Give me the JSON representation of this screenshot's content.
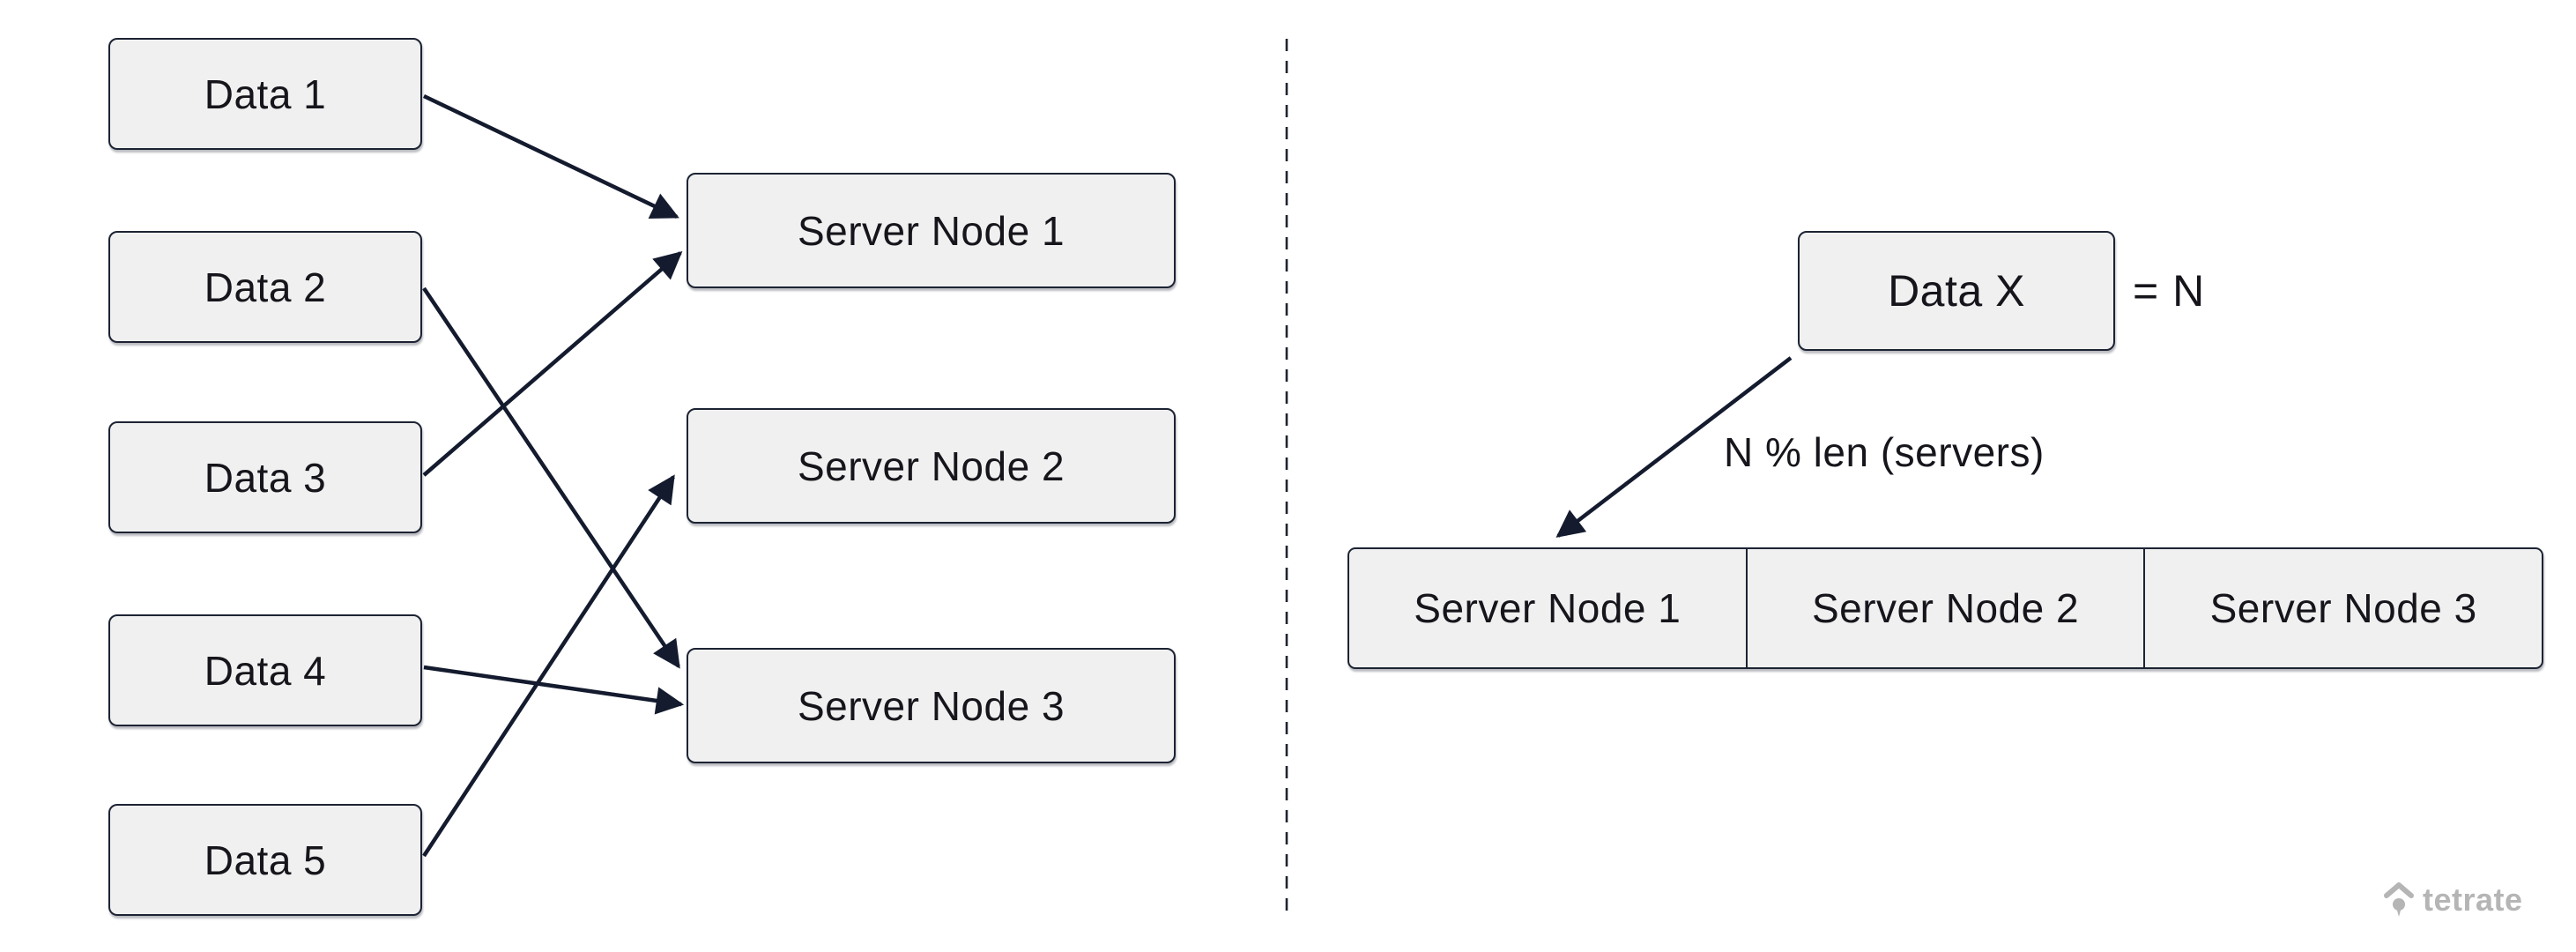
{
  "diagram": {
    "title_semantic": "data-to-server-node modulo hashing diagram",
    "left_panel": {
      "data_nodes": [
        {
          "label": "Data 1"
        },
        {
          "label": "Data 2"
        },
        {
          "label": "Data 3"
        },
        {
          "label": "Data 4"
        },
        {
          "label": "Data 5"
        }
      ],
      "server_nodes": [
        {
          "label": "Server Node 1"
        },
        {
          "label": "Server Node 2"
        },
        {
          "label": "Server Node 3"
        }
      ],
      "connections": [
        {
          "from": "Data 1",
          "to": "Server Node 1"
        },
        {
          "from": "Data 2",
          "to": "Server Node 3"
        },
        {
          "from": "Data 3",
          "to": "Server Node 1"
        },
        {
          "from": "Data 4",
          "to": "Server Node 3"
        },
        {
          "from": "Data 5",
          "to": "Server Node 2"
        }
      ]
    },
    "right_panel": {
      "data_node": {
        "label": "Data X"
      },
      "hash_value_label": "= N",
      "arrow_label": "N % len (servers)",
      "server_cells": [
        "Server Node 1",
        "Server Node 2",
        "Server Node 3"
      ],
      "connection": {
        "from": "Data X",
        "to": "Server Node 1"
      }
    },
    "watermark": {
      "brand": "tetrate"
    }
  },
  "colors": {
    "background": "#ffffff",
    "node_fill": "#f0f0f0",
    "node_border": "#1c2333",
    "arrow": "#141b2e",
    "text": "#15151b",
    "divider": "#1e2430",
    "watermark": "#b5b5b5"
  }
}
